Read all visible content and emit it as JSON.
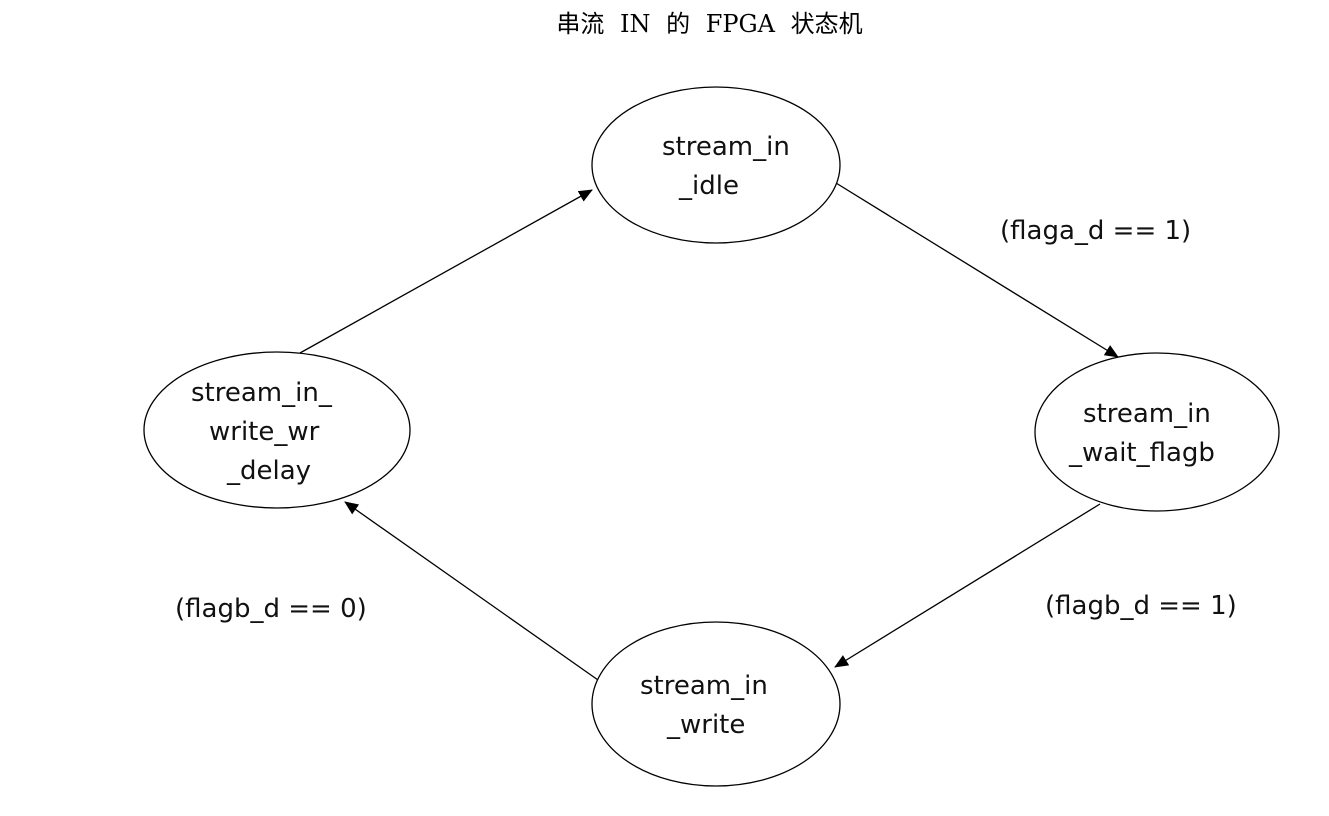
{
  "title": "串流 IN 的 FPGA 状态机",
  "states": [
    {
      "id": "idle",
      "lines": [
        "stream_in",
        "_idle"
      ]
    },
    {
      "id": "wait_flagb",
      "lines": [
        "stream_in",
        "_wait_flagb"
      ]
    },
    {
      "id": "write",
      "lines": [
        "stream_in",
        "_write"
      ]
    },
    {
      "id": "write_wr_delay",
      "lines": [
        "stream_in_",
        "write_wr",
        "_delay"
      ]
    }
  ],
  "transitions": [
    {
      "from": "idle",
      "to": "wait_flagb",
      "condition": "(flaga_d == 1)"
    },
    {
      "from": "wait_flagb",
      "to": "write",
      "condition": "(flagb_d == 1)"
    },
    {
      "from": "write",
      "to": "write_wr_delay",
      "condition": "(flagb_d == 0)"
    },
    {
      "from": "write_wr_delay",
      "to": "idle",
      "condition": ""
    }
  ]
}
